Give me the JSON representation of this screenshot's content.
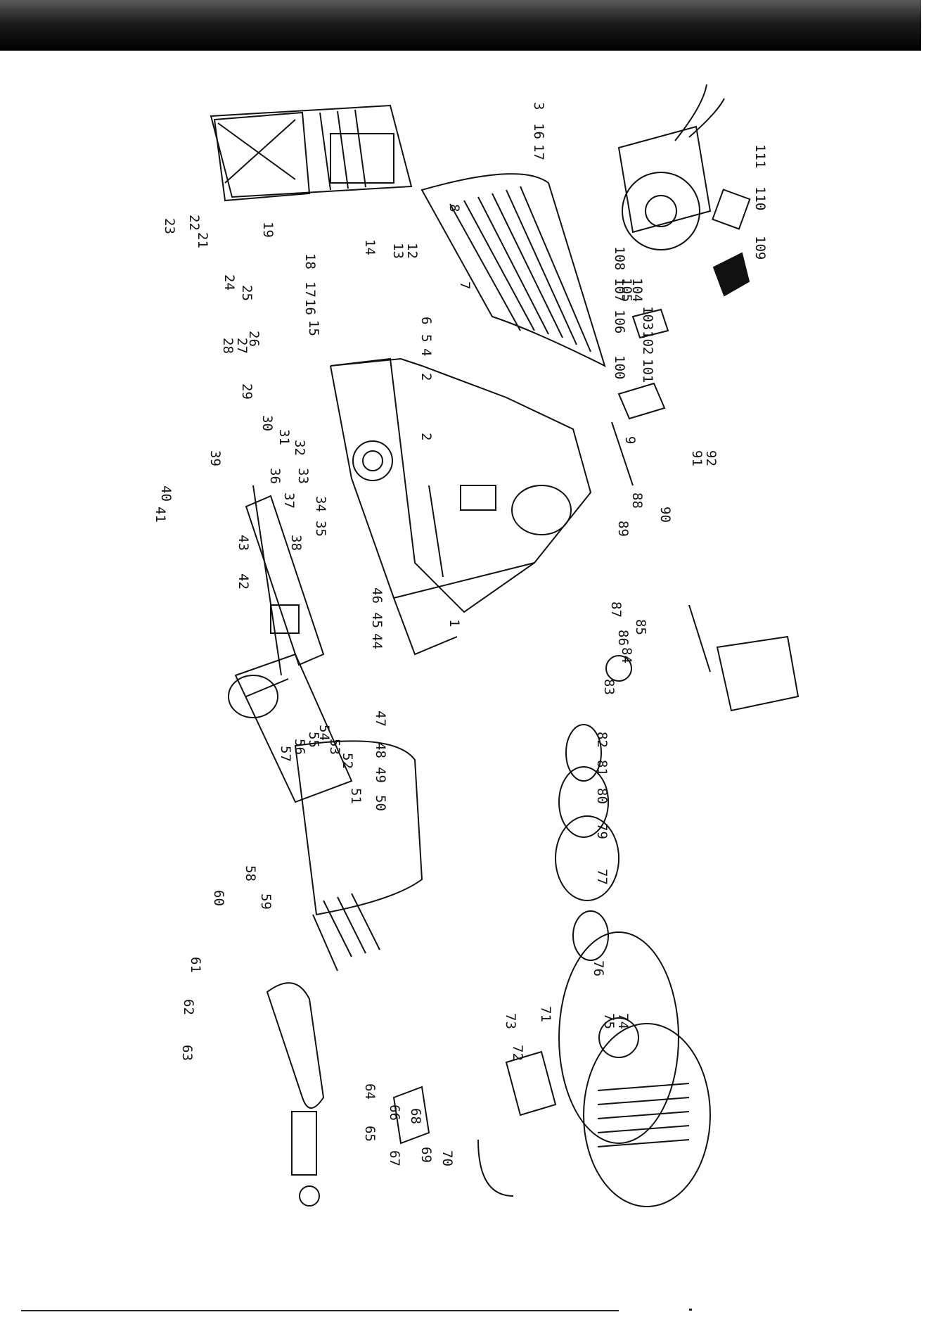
{
  "header": {
    "bar_color": "#1a1a1a"
  },
  "diagram": {
    "kind": "exploded-parts-view",
    "orientation": "rotated-90-clockwise",
    "line_color": "#111111",
    "part_numbers": [
      "1",
      "2",
      "3",
      "4",
      "5",
      "6",
      "7",
      "8",
      "9",
      "12",
      "13",
      "14",
      "15",
      "16",
      "17",
      "18",
      "19",
      "21",
      "22",
      "23",
      "24",
      "25",
      "26",
      "27",
      "28",
      "29",
      "30",
      "31",
      "32",
      "33",
      "34",
      "35",
      "36",
      "37",
      "38",
      "39",
      "40",
      "41",
      "42",
      "43",
      "44",
      "45",
      "46",
      "47",
      "48",
      "49",
      "50",
      "51",
      "52",
      "53",
      "54",
      "55",
      "56",
      "57",
      "58",
      "59",
      "60",
      "61",
      "62",
      "63",
      "64",
      "65",
      "66",
      "67",
      "68",
      "69",
      "70",
      "71",
      "72",
      "73",
      "74",
      "75",
      "76",
      "77",
      "79",
      "80",
      "81",
      "82",
      "83",
      "84",
      "85",
      "86",
      "87",
      "88",
      "89",
      "90",
      "91",
      "92",
      "100",
      "101",
      "102",
      "103",
      "104",
      "105",
      "106",
      "107",
      "108",
      "109",
      "110",
      "111"
    ]
  }
}
